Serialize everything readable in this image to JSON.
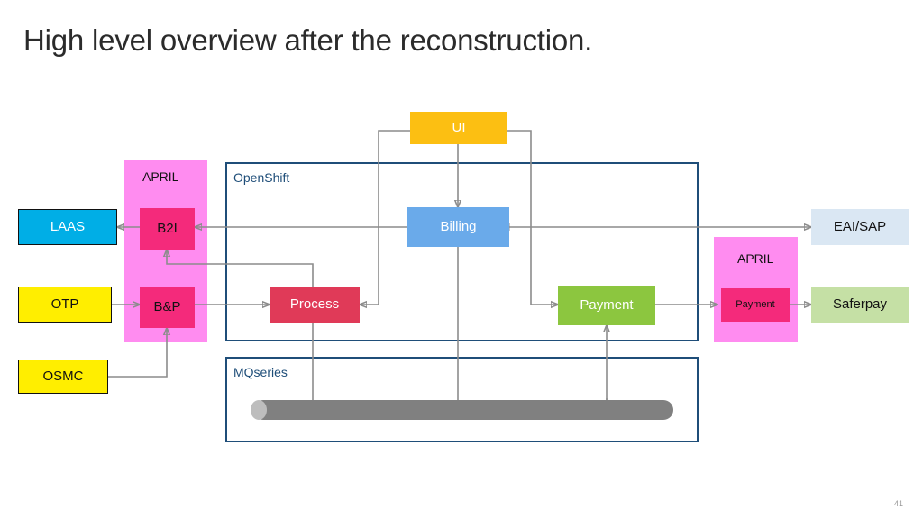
{
  "slide": {
    "title": "High level overview after the reconstruction.",
    "page_number": "41"
  },
  "colors": {
    "laas": "#00aee6",
    "otp": "#ffee00",
    "osmc": "#ffee00",
    "april_container": "#ff8cf0",
    "april_inner": "#f42a7b",
    "openshift_border": "#1f4e79",
    "ui": "#fcbf12",
    "billing": "#6aaaea",
    "process": "#e03a58",
    "payment": "#8cc63f",
    "eai_sap": "#dae7f3",
    "saferpay": "#c5e0a5",
    "mq_cylinder": "#808080",
    "mq_cap": "#bdbdbd",
    "connector": "#8c8c8c",
    "title_text": "#2b2b2b"
  },
  "groups": {
    "april_left": {
      "label": "APRIL"
    },
    "openshift": {
      "label": "OpenShift"
    },
    "mqseries": {
      "label": "MQseries"
    },
    "april_right": {
      "label": "APRIL"
    }
  },
  "nodes": {
    "laas": {
      "label": "LAAS"
    },
    "otp": {
      "label": "OTP"
    },
    "osmc": {
      "label": "OSMC"
    },
    "b2i": {
      "label": "B2I"
    },
    "bnp": {
      "label": "B&P"
    },
    "ui": {
      "label": "UI"
    },
    "billing": {
      "label": "Billing"
    },
    "process": {
      "label": "Process"
    },
    "payment": {
      "label": "Payment"
    },
    "april_payment": {
      "label": "Payment"
    },
    "eai_sap": {
      "label": "EAI/SAP"
    },
    "saferpay": {
      "label": "Saferpay"
    }
  },
  "connections": [
    {
      "from": "b2i",
      "to": "laas",
      "direction": "one-way"
    },
    {
      "from": "billing",
      "to": "b2i",
      "direction": "one-way"
    },
    {
      "from": "process",
      "to": "b2i",
      "direction": "one-way"
    },
    {
      "from": "otp",
      "to": "bnp",
      "direction": "one-way"
    },
    {
      "from": "osmc",
      "to": "bnp",
      "direction": "one-way"
    },
    {
      "from": "bnp",
      "to": "process",
      "direction": "one-way"
    },
    {
      "from": "ui",
      "to": "process",
      "direction": "one-way"
    },
    {
      "from": "ui",
      "to": "billing",
      "direction": "one-way"
    },
    {
      "from": "ui",
      "to": "payment",
      "direction": "one-way"
    },
    {
      "from": "billing",
      "to": "eai_sap",
      "direction": "two-way"
    },
    {
      "from": "payment",
      "to": "april_payment",
      "direction": "one-way"
    },
    {
      "from": "april_payment",
      "to": "saferpay",
      "direction": "one-way"
    },
    {
      "from": "process",
      "to": "mqseries",
      "direction": "one-way"
    },
    {
      "from": "billing",
      "to": "mqseries",
      "direction": "one-way"
    },
    {
      "from": "payment",
      "to": "mqseries",
      "direction": "one-way"
    },
    {
      "from": "mqseries",
      "to": "payment",
      "direction": "one-way"
    }
  ]
}
